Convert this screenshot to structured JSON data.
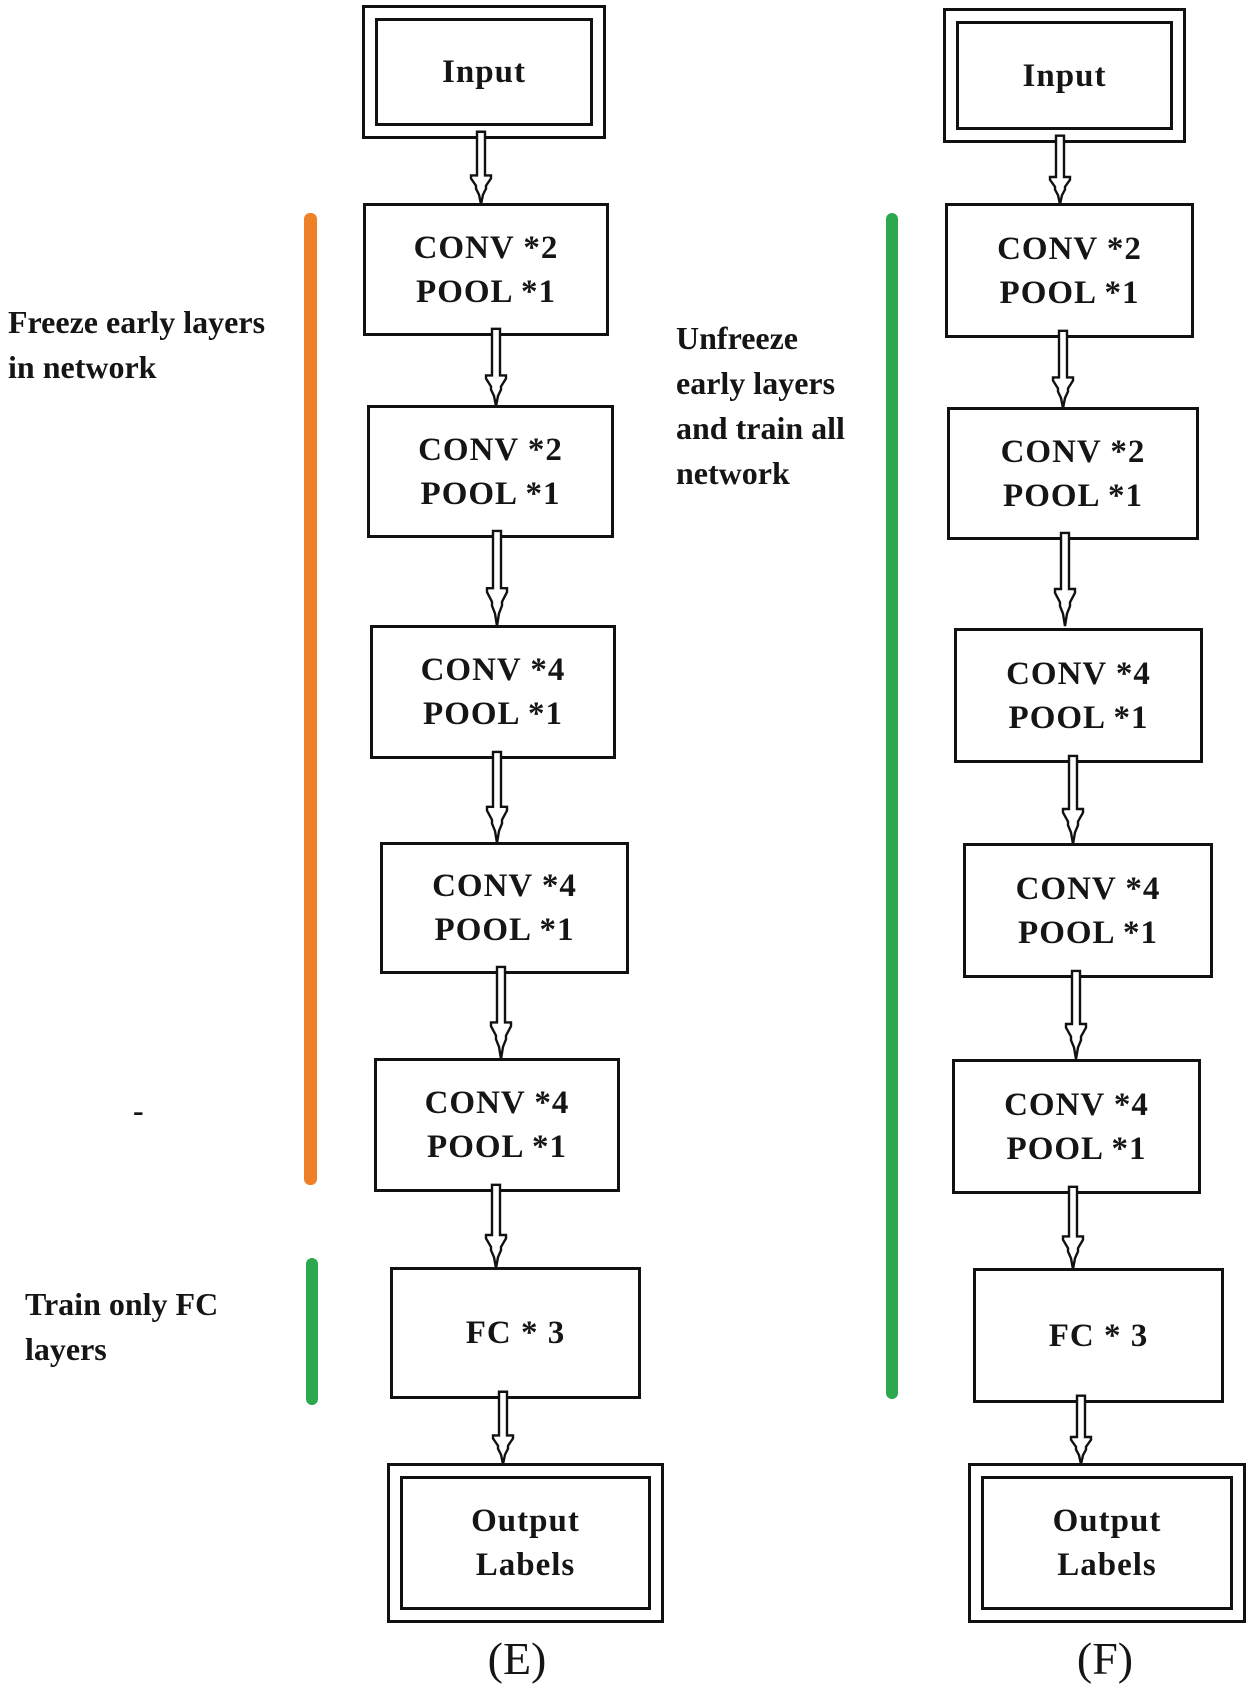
{
  "colors": {
    "freeze_bar_orange": "#EE8128",
    "train_bar_green": "#2CA84E"
  },
  "annotations": {
    "freeze": {
      "l1": "Freeze early layers",
      "l2": "in network"
    },
    "unfreeze": {
      "l1": "Unfreeze",
      "l2": "early layers",
      "l3": "and train all",
      "l4": "network"
    },
    "train_fc": {
      "l1": "Train only FC",
      "l2": "layers"
    },
    "stray_mark": "-"
  },
  "column_e": {
    "caption": "(E)",
    "input_label": "Input",
    "blocks": [
      {
        "l1": "CONV *2",
        "l2": "POOL *1"
      },
      {
        "l1": "CONV *2",
        "l2": "POOL *1"
      },
      {
        "l1": "CONV *4",
        "l2": "POOL *1"
      },
      {
        "l1": "CONV *4",
        "l2": "POOL *1"
      },
      {
        "l1": "CONV *4",
        "l2": "POOL *1"
      }
    ],
    "fc_label": "FC * 3",
    "output": {
      "l1": "Output",
      "l2": "Labels"
    }
  },
  "column_f": {
    "caption": "(F)",
    "input_label": "Input",
    "blocks": [
      {
        "l1": "CONV *2",
        "l2": "POOL *1"
      },
      {
        "l1": "CONV *2",
        "l2": "POOL *1"
      },
      {
        "l1": "CONV *4",
        "l2": "POOL *1"
      },
      {
        "l1": "CONV *4",
        "l2": "POOL *1"
      },
      {
        "l1": "CONV *4",
        "l2": "POOL *1"
      }
    ],
    "fc_label": "FC * 3",
    "output": {
      "l1": "Output",
      "l2": "Labels"
    }
  }
}
